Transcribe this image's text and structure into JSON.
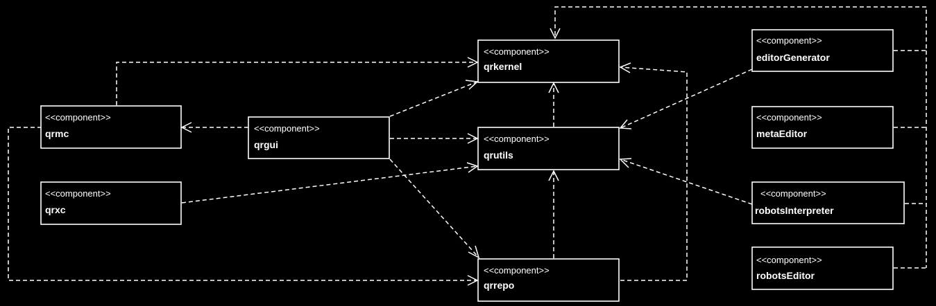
{
  "stereotype": "<<component>>",
  "components": {
    "qrkernel": {
      "name": "qrkernel"
    },
    "qrutils": {
      "name": "qrutils"
    },
    "qrrepo": {
      "name": "qrrepo"
    },
    "qrgui": {
      "name": "qrgui"
    },
    "qrmc": {
      "name": "qrmc"
    },
    "qrxc": {
      "name": "qrxc"
    },
    "editorGenerator": {
      "name": "editorGenerator"
    },
    "metaEditor": {
      "name": "metaEditor"
    },
    "robotsInterpreter": {
      "name": "robotsInterpreter"
    },
    "robotsEditor": {
      "name": "robotsEditor"
    }
  },
  "icon": "component-icon",
  "dependencies": [
    {
      "from": "qrgui",
      "to": "qrkernel"
    },
    {
      "from": "qrgui",
      "to": "qrutils"
    },
    {
      "from": "qrgui",
      "to": "qrrepo"
    },
    {
      "from": "qrgui",
      "to": "qrmc"
    },
    {
      "from": "qrmc",
      "to": "qrkernel"
    },
    {
      "from": "qrmc",
      "to": "qrrepo"
    },
    {
      "from": "qrxc",
      "to": "qrutils"
    },
    {
      "from": "qrutils",
      "to": "qrkernel"
    },
    {
      "from": "qrrepo",
      "to": "qrutils"
    },
    {
      "from": "qrrepo",
      "to": "qrkernel"
    },
    {
      "from": "editorGenerator",
      "to": "qrutils"
    },
    {
      "from": "robotsInterpreter",
      "to": "qrutils"
    },
    {
      "from": "editorGenerator",
      "to": "qrkernel"
    },
    {
      "from": "metaEditor",
      "to": "qrkernel"
    },
    {
      "from": "robotsInterpreter",
      "to": "qrkernel"
    },
    {
      "from": "robotsEditor",
      "to": "qrkernel"
    }
  ]
}
